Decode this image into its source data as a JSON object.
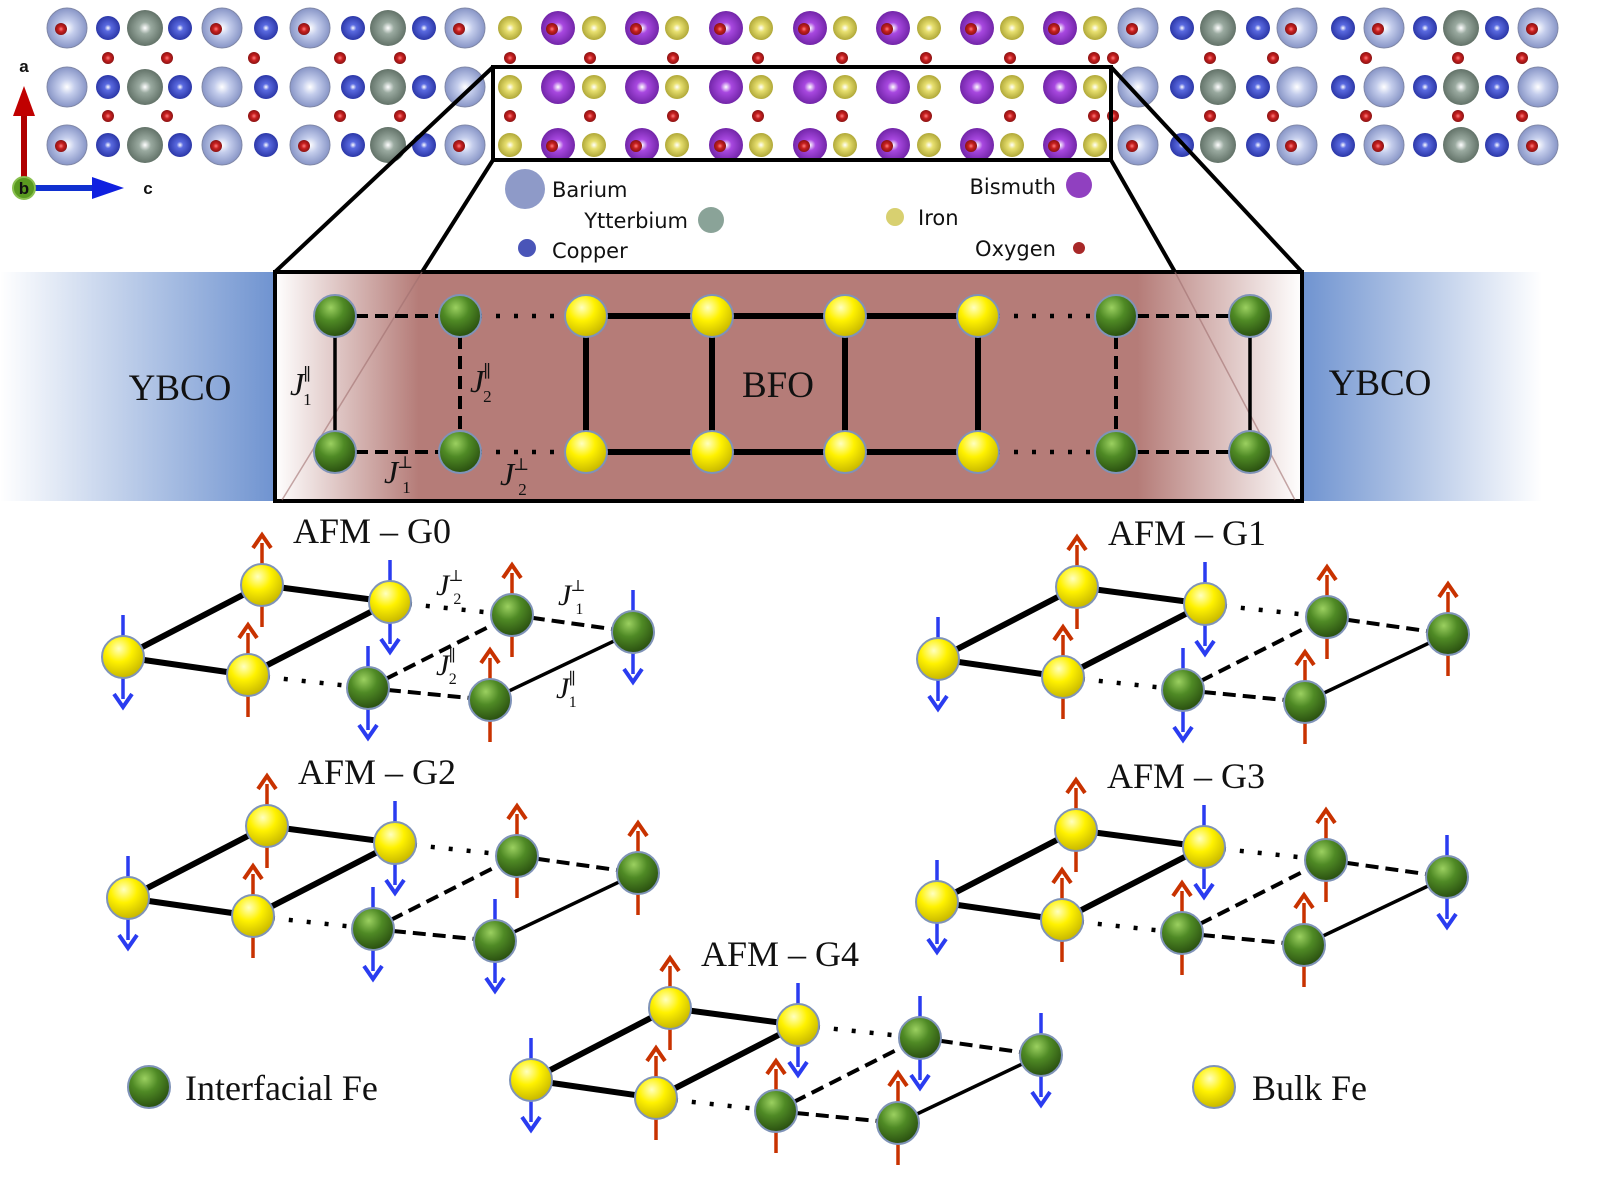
{
  "axes": {
    "a": "a",
    "b": "b",
    "c": "c"
  },
  "element_legend": {
    "barium": {
      "label": "Barium",
      "color": "#8e9ac8"
    },
    "ytterbium": {
      "label": "Ytterbium",
      "color": "#8aa398"
    },
    "copper": {
      "label": "Copper",
      "color": "#4a55b8"
    },
    "bismuth": {
      "label": "Bismuth",
      "color": "#9040c0"
    },
    "iron": {
      "label": "Iron",
      "color": "#d8d070"
    },
    "oxygen": {
      "label": "Oxygen",
      "color": "#a82828"
    }
  },
  "interface": {
    "left_label": "YBCO",
    "center_label": "BFO",
    "right_label": "YBCO",
    "ybco_color": "#6f93d0",
    "bfo_color": "#b57c78",
    "couplings": {
      "J1_par": {
        "base": "J",
        "sub": "1",
        "sup": "∥"
      },
      "J2_par": {
        "base": "J",
        "sub": "2",
        "sup": "∥"
      },
      "J1_perp": {
        "base": "J",
        "sub": "1",
        "sup": "⊥"
      },
      "J2_perp": {
        "base": "J",
        "sub": "2",
        "sup": "⊥"
      }
    }
  },
  "configurations": [
    {
      "title": "AFM – G0",
      "bulk_spins": [
        "down",
        "up",
        "down",
        "up"
      ],
      "interfacial_spins": [
        "up",
        "down",
        "down",
        "up"
      ]
    },
    {
      "title": "AFM – G1",
      "bulk_spins": [
        "down",
        "up",
        "down",
        "up"
      ],
      "interfacial_spins": [
        "up",
        "up",
        "down",
        "up"
      ]
    },
    {
      "title": "AFM – G2",
      "bulk_spins": [
        "down",
        "up",
        "down",
        "up"
      ],
      "interfacial_spins": [
        "up",
        "up",
        "down",
        "down"
      ]
    },
    {
      "title": "AFM – G3",
      "bulk_spins": [
        "down",
        "up",
        "down",
        "up"
      ],
      "interfacial_spins": [
        "up",
        "down",
        "up",
        "up"
      ]
    },
    {
      "title": "AFM – G4",
      "bulk_spins": [
        "down",
        "up",
        "down",
        "up"
      ],
      "interfacial_spins": [
        "down",
        "down",
        "up",
        "up"
      ]
    }
  ],
  "spin_colors": {
    "up": "#c83200",
    "down": "#2a3cf0"
  },
  "legend": {
    "interfacial_fe": "Interfacial Fe",
    "bulk_fe": "Bulk Fe"
  }
}
